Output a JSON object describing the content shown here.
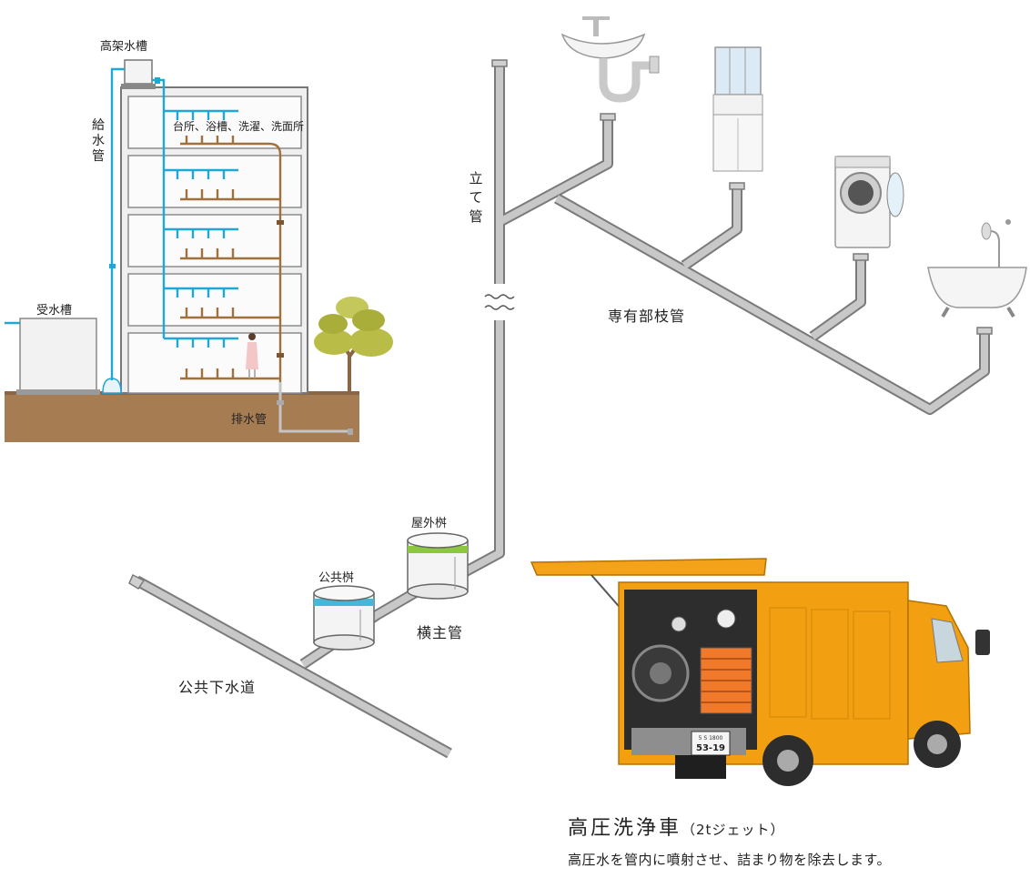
{
  "labels": {
    "elevated_tank": "高架水槽",
    "supply_pipe": "給水管",
    "receiving_tank": "受水槽",
    "fixtures": "台所、浴槽、洗濯、洗面所",
    "building_drain": "排水管",
    "vertical_pipe": "立て管",
    "private_branch": "専有部枝管",
    "outdoor_basin": "屋外桝",
    "public_basin": "公共桝",
    "main_horizontal": "横主管",
    "public_sewer": "公共下水道"
  },
  "truck": {
    "plate_top": "5 S 1800",
    "plate_bottom": "53-19"
  },
  "caption": {
    "title": "高圧洗浄車",
    "subtitle": "（2tジェット）",
    "description": "高圧水を管内に噴射させ、詰まり物を除去します。"
  },
  "colors": {
    "supply": "#1fa7d6",
    "drain": "#a0703d",
    "pipe_gray": "#b8b8b8",
    "ground": "#a67c52",
    "truck": "#f4a21a",
    "basin_outdoor_band": "#8dc63f",
    "basin_public_band": "#45b7d9"
  }
}
